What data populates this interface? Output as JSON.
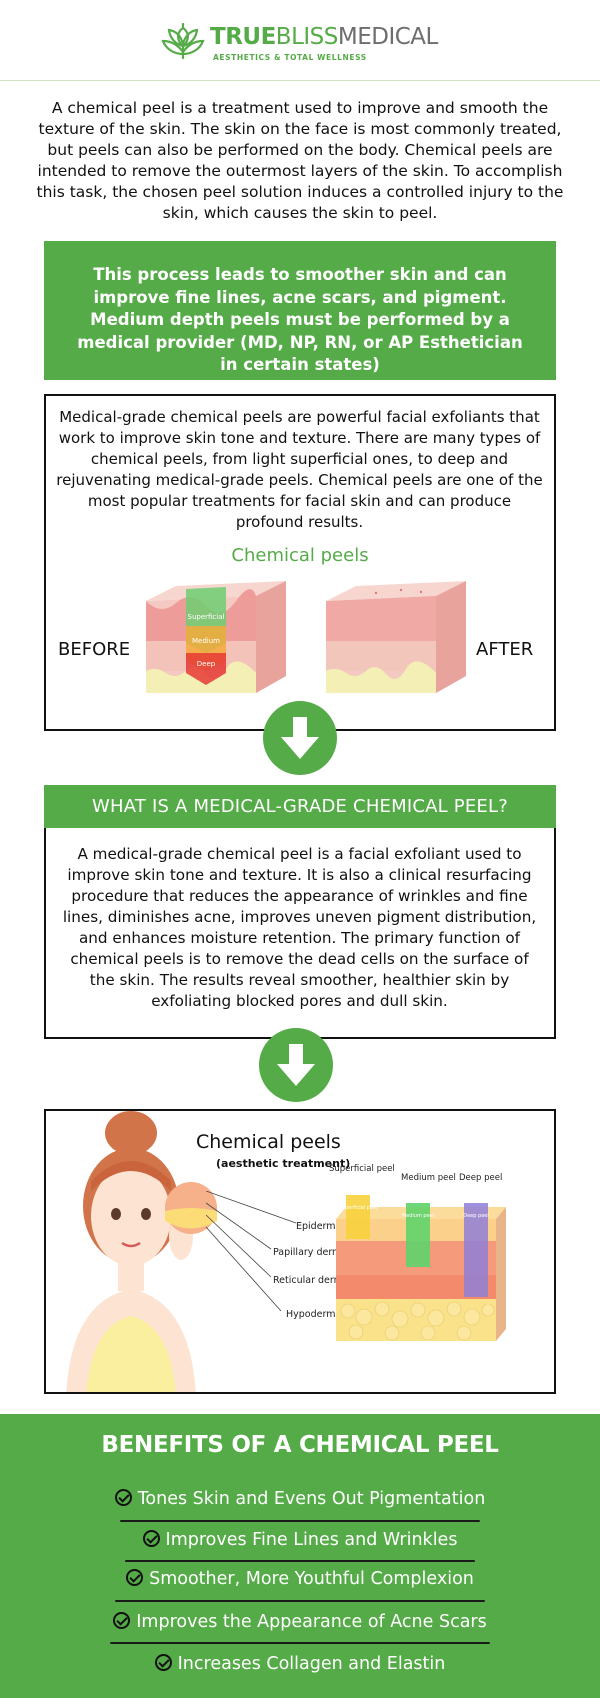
{
  "header": {
    "brand_true": "TRUE",
    "brand_bliss": "BLISS",
    "brand_medical": "MEDICAL",
    "tagline": "AESTHETICS & TOTAL WELLNESS"
  },
  "intro": {
    "text": "A chemical peel is a treatment used to improve and smooth the texture of the skin. The skin on the face is most commonly treated, but peels can also be performed on the body. Chemical peels are intended to remove the outermost layers of the skin. To accomplish this task, the chosen peel solution induces a controlled injury to the skin, which causes the skin to peel."
  },
  "highlight": {
    "text": "This process leads to smoother skin and can improve fine lines, acne scars, and pigment. Medium depth peels must be performed by a medical provider (MD, NP, RN, or AP Esthetician in certain states)"
  },
  "section1": {
    "text": "Medical-grade chemical peels are powerful facial exfoliants that work to improve skin tone and texture. There are many types of chemical peels, from light superficial ones, to deep and rejuvenating medical-grade peels. Chemical peels are one of the most popular treatments for facial skin and can produce profound results.",
    "figure_title": "Chemical peels",
    "before_label": "BEFORE",
    "after_label": "AFTER",
    "depth_labels": [
      "Superficial",
      "Medium",
      "Deep"
    ]
  },
  "section2": {
    "heading": "WHAT IS A MEDICAL-GRADE CHEMICAL PEEL?",
    "text": "A medical-grade chemical peel is a facial exfoliant used to improve skin tone and texture. It is also a clinical resurfacing procedure that reduces the appearance of wrinkles and fine lines, diminishes acne, improves uneven pigment distribution, and enhances moisture retention. The primary function of chemical peels is to remove the dead cells on the surface of the skin. The results reveal smoother, healthier skin by exfoliating blocked pores and dull skin."
  },
  "section3": {
    "title": "Chemical peels",
    "subtitle": "(aesthetic treatment)",
    "layers": [
      "Epidermis",
      "Papillary dermis",
      "Reticular dermis",
      "Hypodermis"
    ],
    "peel_types": [
      "Superficial peel",
      "Medium peel",
      "Deep peel"
    ],
    "peel_bottle_labels": [
      "Superficial peel",
      "Medium peel",
      "Deep peel"
    ]
  },
  "benefits": {
    "title": "BENEFITS OF A CHEMICAL PEEL",
    "items": [
      "Tones Skin and Evens Out Pigmentation",
      "Improves Fine Lines and Wrinkles",
      "Smoother, More Youthful Complexion",
      "Improves the Appearance of Acne Scars",
      "Increases Collagen and Elastin"
    ]
  },
  "colors": {
    "brand_green": "#55ab47",
    "brand_gray": "#6e6e6e",
    "text": "#111111"
  }
}
